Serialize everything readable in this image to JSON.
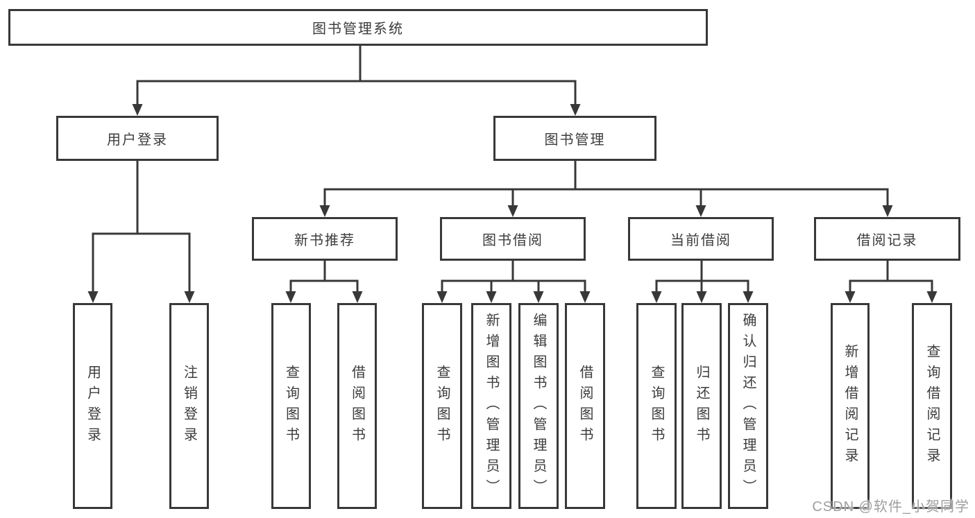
{
  "diagram": {
    "title": "图书管理系统",
    "level2": {
      "user_login_group": "用户登录",
      "book_mgmt": "图书管理"
    },
    "level3": {
      "new_book_rec": "新书推荐",
      "book_borrow": "图书借阅",
      "current_borrow": "当前借阅",
      "borrow_records": "借阅记录"
    },
    "leaves": {
      "user_login": "用户登录",
      "logout": "注销登录",
      "query_book_1": "查询图书",
      "borrow_book_1": "借阅图书",
      "query_book_2": "查询图书",
      "add_book": "新增图书（管理员）",
      "edit_book": "编辑图书（管理员）",
      "borrow_book_2": "借阅图书",
      "query_book_3": "查询图书",
      "return_book": "归还图书",
      "confirm_return": "确认归还（管理员）",
      "add_borrow_record": "新增借阅记录",
      "query_borrow_record": "查询借阅记录"
    },
    "colors": {
      "line": "#383838",
      "text": "#3c3c3c",
      "watermark_text": "#9e9e9e"
    },
    "watermark": "CSDN @软件_小贺同学"
  }
}
